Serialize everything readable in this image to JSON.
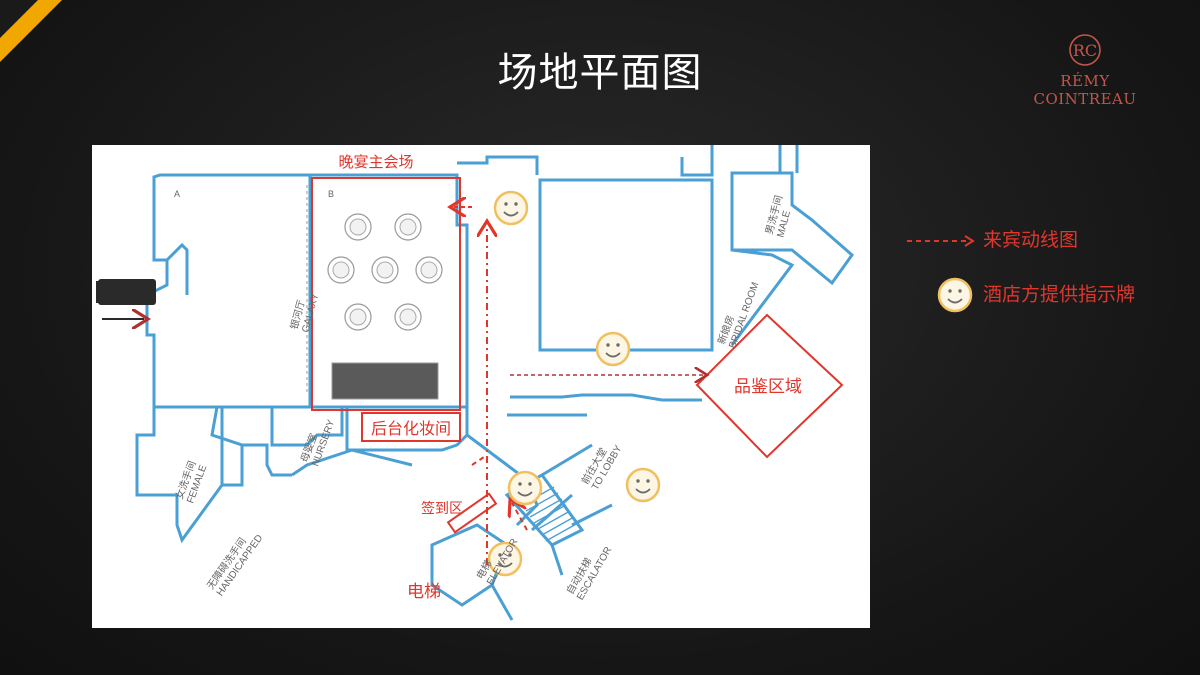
{
  "slide": {
    "title": "场地平面图"
  },
  "logo": {
    "monogram": "RC",
    "brand": "RÉMY COINTREAU"
  },
  "plan": {
    "labels": {
      "main_venue": "晚宴主会场",
      "backstage": "后台化妆间",
      "tasting_area": "品鉴区域",
      "sign_in": "签到区",
      "elevator": "电梯",
      "room_a": "A",
      "room_b": "B",
      "galaxy": "银河厅\nGALAXY",
      "male_restroom": "男洗手间\nMALE",
      "female_restroom": "女洗手间\nFEMALE",
      "handicapped": "无障碍洗手间\nHANDICAPPED",
      "nursery": "母婴室\nNURSERY",
      "bridal_room": "新娘房\nBRIDAL ROOM",
      "elevator_en": "电梯\nELEVATOR",
      "escalator": "自动扶梯\nESCALATOR",
      "to_lobby": "前往大堂\nTO LOBBY"
    }
  },
  "legend": {
    "guest_route": "来宾动线图",
    "hotel_signs": "酒店方提供指示牌"
  },
  "colors": {
    "accent": "#e0362c",
    "wall": "#4a9fd4",
    "smiley": "#f0c060",
    "corner": "#f0a800"
  }
}
